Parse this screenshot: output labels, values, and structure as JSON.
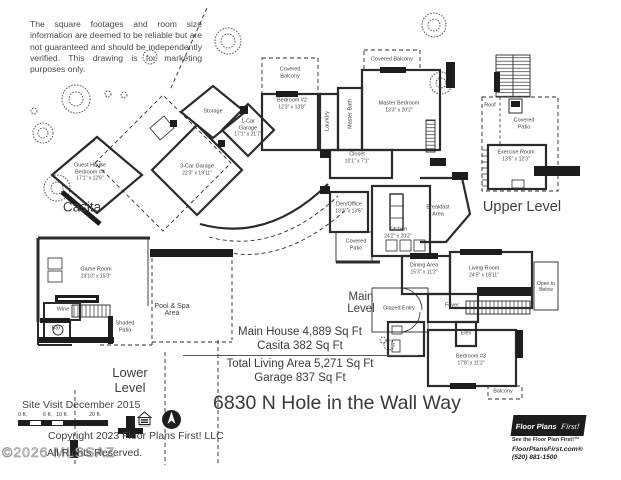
{
  "disclaimer": "The square footages and room size information are deemed to be reliable but are not guaranteed and should be independently verified. This drawing is for marketing purposes only.",
  "address": "6830 N Hole in the Wall Way",
  "site_visit": "Site Visit December 2015",
  "copyright": "Copyright 2023 Floor Plans First! LLC",
  "watermark": "©2026 MLSSAZ",
  "rights": "All Rights Reserved.",
  "scale_labels": {
    "zero": "0 ft.",
    "six": "6 ft.",
    "ten": "10 ft.",
    "twenty": "20 ft."
  },
  "areas": {
    "main_house": "Main House 4,889 Sq Ft",
    "casita": "Casita 382 Sq Ft",
    "total": "Total Living Area 5,271 Sq Ft",
    "garage": "Garage 837 Sq Ft"
  },
  "levels": {
    "casita": "Casita",
    "upper": "Upper Level",
    "main": "Main Level",
    "lower": "Lower Level",
    "pool": "Pool & Spa Area"
  },
  "rooms": [
    {
      "name": "Guest House Bedroom #4",
      "dims": "17'1\" x 12'6\""
    },
    {
      "name": "Storage",
      "dims": ""
    },
    {
      "name": "1-Car Garage",
      "dims": "17'1\" x 21'7\""
    },
    {
      "name": "3-Car Garage",
      "dims": "22'3\" x 19'11\""
    },
    {
      "name": "Covered Balcony",
      "dims": ""
    },
    {
      "name": "Bedroom #2",
      "dims": "12'3\" x 13'8\""
    },
    {
      "name": "Laundry",
      "dims": ""
    },
    {
      "name": "Master Bath",
      "dims": ""
    },
    {
      "name": "Covered Balcony",
      "dims": ""
    },
    {
      "name": "Master Bedroom",
      "dims": "13'3\" x 20'2\""
    },
    {
      "name": "Closet",
      "dims": "10'1\" x 7'1\""
    },
    {
      "name": "Den/Office",
      "dims": "13'2\" x 13'5\""
    },
    {
      "name": "Kitchen",
      "dims": "24'2\" x 20'2\""
    },
    {
      "name": "Breakfast Area",
      "dims": ""
    },
    {
      "name": "Covered Patio",
      "dims": ""
    },
    {
      "name": "Dining Area",
      "dims": "15'3\" x 11'2\""
    },
    {
      "name": "Living Room",
      "dims": "24'5\" x 18'11\""
    },
    {
      "name": "Open to Below",
      "dims": ""
    },
    {
      "name": "Glazed Entry",
      "dims": ""
    },
    {
      "name": "Foyer",
      "dims": ""
    },
    {
      "name": "Elev",
      "dims": ""
    },
    {
      "name": "Bedroom #3",
      "dims": "17'8\" x 11'2\""
    },
    {
      "name": "Balcony",
      "dims": ""
    },
    {
      "name": "Game Room",
      "dims": "23'10\" x 15'3\""
    },
    {
      "name": "Wine",
      "dims": ""
    },
    {
      "name": "Bar",
      "dims": ""
    },
    {
      "name": "Shaded Patio",
      "dims": ""
    },
    {
      "name": "Roof",
      "dims": ""
    },
    {
      "name": "Covered Patio",
      "dims": ""
    },
    {
      "name": "Exercise Room",
      "dims": "13'5\" x 12'3\""
    }
  ],
  "logo": {
    "brand_1": "Floor Plans",
    "brand_2": "First!",
    "tagline": "See the Floor Plan First!™",
    "website": "FloorPlansFirst.com®",
    "phone": "(520) 881-1500"
  },
  "colors": {
    "ink": "#3c3c3c",
    "wall": "#1d1d1d",
    "paper": "#ffffff"
  }
}
